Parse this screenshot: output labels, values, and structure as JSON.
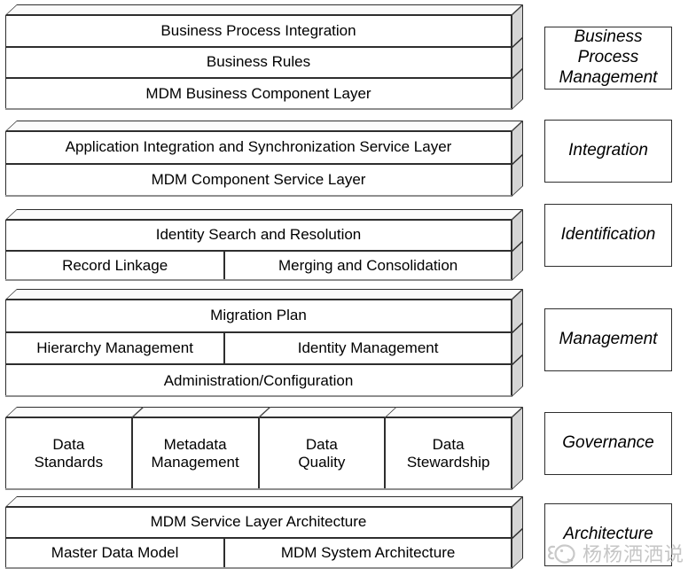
{
  "diagram": {
    "title": "MDM layered architecture stack",
    "colors": {
      "border": "#2e2e2e",
      "box_face": "#ffffff",
      "box_top_face": "#fbfbfb",
      "box_side_face": "#d5d5d5",
      "text": "#000000",
      "watermark": "#c6c6c6"
    },
    "groups": [
      {
        "name": "business-process-management",
        "category_label": "Business\nProcess\nManagement",
        "rows": [
          {
            "cells": [
              "Business Process Integration"
            ]
          },
          {
            "cells": [
              "Business Rules"
            ]
          },
          {
            "cells": [
              "MDM Business Component Layer"
            ]
          }
        ]
      },
      {
        "name": "integration",
        "category_label": "Integration",
        "rows": [
          {
            "cells": [
              "Application Integration and Synchronization Service Layer"
            ]
          },
          {
            "cells": [
              "MDM Component Service Layer"
            ]
          }
        ]
      },
      {
        "name": "identification",
        "category_label": "Identification",
        "rows": [
          {
            "cells": [
              "Identity Search and Resolution"
            ]
          },
          {
            "cells": [
              "Record Linkage",
              "Merging and Consolidation"
            ]
          }
        ]
      },
      {
        "name": "management",
        "category_label": "Management",
        "rows": [
          {
            "cells": [
              "Migration Plan"
            ]
          },
          {
            "cells": [
              "Hierarchy Management",
              "Identity Management"
            ]
          },
          {
            "cells": [
              "Administration/Configuration"
            ]
          }
        ]
      },
      {
        "name": "governance",
        "category_label": "Governance",
        "separate_boxes": true,
        "rows": [
          {
            "cells": [
              "Data\nStandards",
              "Metadata\nManagement",
              "Data\nQuality",
              "Data\nStewardship"
            ]
          }
        ]
      },
      {
        "name": "architecture",
        "category_label": "Architecture",
        "rows": [
          {
            "cells": [
              "MDM Service Layer Architecture"
            ]
          },
          {
            "cells": [
              "Master Data Model",
              "MDM System Architecture"
            ]
          }
        ]
      }
    ],
    "watermark": {
      "text": "杨杨洒洒说",
      "icon": "mascot-logo-icon"
    }
  }
}
